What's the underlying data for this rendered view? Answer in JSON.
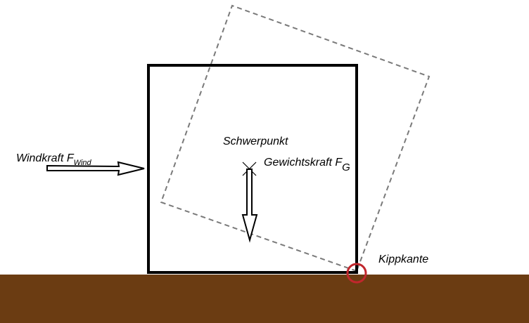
{
  "labels": {
    "wind": "Windkraft F",
    "wind_sub": "Wind",
    "center_of_gravity": "Schwerpunkt",
    "weight": "Gewichtskraft F",
    "weight_sub": "G",
    "tipping_edge": "Kippkante"
  },
  "colors": {
    "background": "#ffffff",
    "ground": "#6b3c12",
    "box_outline": "#000000",
    "tilted_outline": "#7a7a7a",
    "pivot_marker": "#c1272d",
    "arrow_fill": "#ffffff",
    "arrow_stroke": "#000000"
  },
  "tilted_box_line_style": "dashed"
}
